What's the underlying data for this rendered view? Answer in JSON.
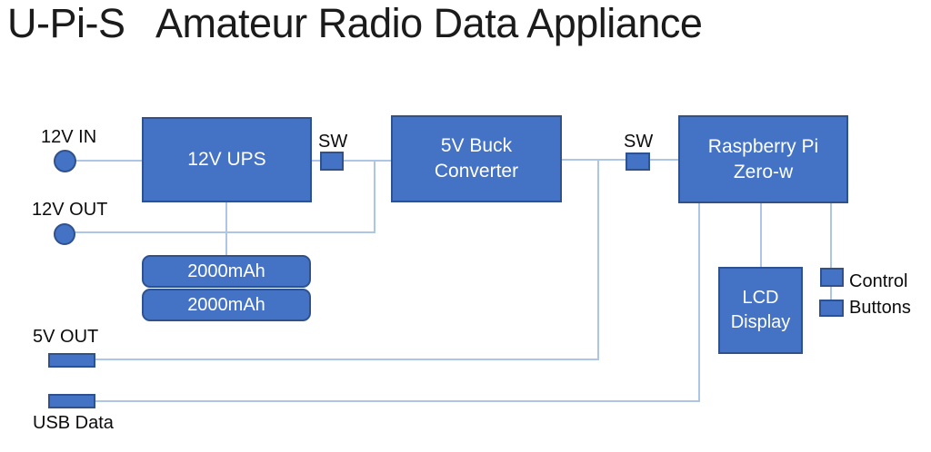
{
  "title": "U-Pi-S   Amateur Radio Data Appliance",
  "colors": {
    "box_fill": "#4472C4",
    "box_border": "#2F528F",
    "connector_line": "#AEC6E6",
    "box_text": "#FFFFFF",
    "label_text": "#0C0C0C"
  },
  "blocks": {
    "ups": "12V UPS",
    "buck_converter": "5V Buck\nConverter",
    "raspberry_pi": "Raspberry Pi\nZero-w",
    "battery_top": "2000mAh",
    "battery_bottom": "2000mAh",
    "lcd_display": "LCD\nDisplay"
  },
  "labels": {
    "in_12v": "12V IN",
    "out_12v": "12V OUT",
    "sw_left": "SW",
    "sw_right": "SW",
    "out_5v": "5V OUT",
    "usb_data": "USB Data",
    "control": "Control",
    "buttons": "Buttons"
  }
}
